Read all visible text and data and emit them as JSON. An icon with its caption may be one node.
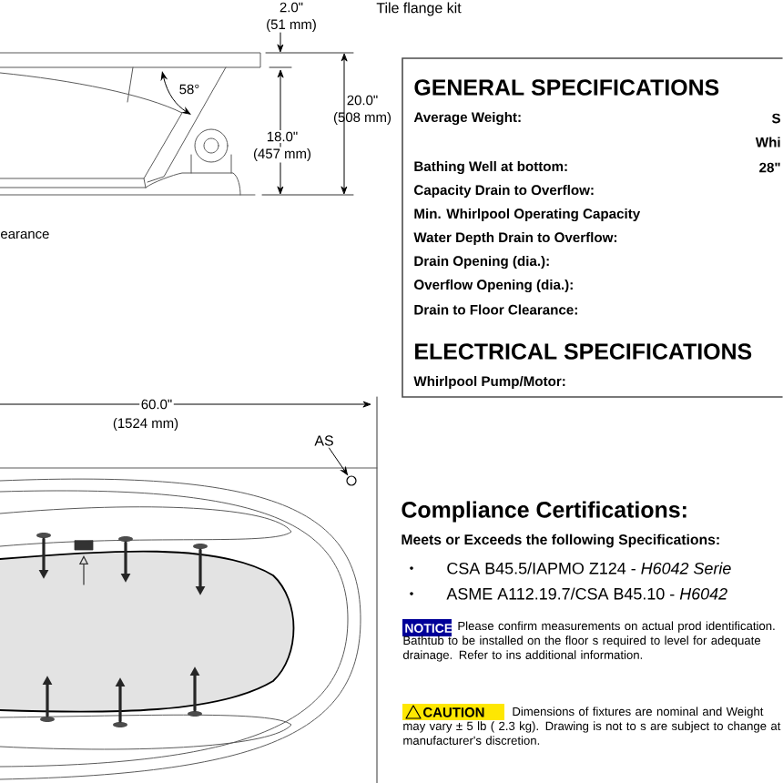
{
  "diagram": {
    "nodes": [
      {
        "text": [
          "AS"
        ]
      },
      {
        "text": [],
        "shape": "circle"
      }
    ],
    "edges": [
      {
        "from": 0,
        "to": 1,
        "arrow": "to"
      }
    ],
    "labels": [
      "Tile flange kit",
      "2.0\"",
      "(51 mm)",
      "58°",
      "20.0\"",
      "(508 mm)",
      "18.0\"",
      "(457 mm)",
      "earance",
      "GENERAL SPECIFICATIONS",
      "Average Weight:",
      "S",
      "Whi",
      "Bathing Well at bottom:",
      "28\"",
      "Capacity Drain to Overflow:",
      "Min. Whirlpool Operating Capacity",
      "Water Depth Drain to Overflow:",
      "Drain Opening (dia.):",
      "Overflow Opening (dia.):",
      "Drain to Floor Clearance:",
      "ELECTRICAL SPECIFICATIONS",
      "Whirlpool Pump/Motor:",
      "60.0\"",
      "(1524 mm)",
      "Compliance Certifications:",
      "Meets or Exceeds the following Specifications:",
      "CSA B45.5/IAPMO Z124 - *H6042 Serie*",
      "ASME A112.19.7/CSA B45.10 - *H6042*",
      "NOTICE",
      "Please confirm measurements on actual prod identification. Bathtub to be installed on the floor s required to level for adequate drainage. Refer to ins additional information.",
      "CAUTION",
      "Dimensions of fixtures are nominal and Weight may vary ± 5 lb ( 2.3 kg). Drawing is not to s are subject to change at manufacturer's discretion."
    ]
  }
}
